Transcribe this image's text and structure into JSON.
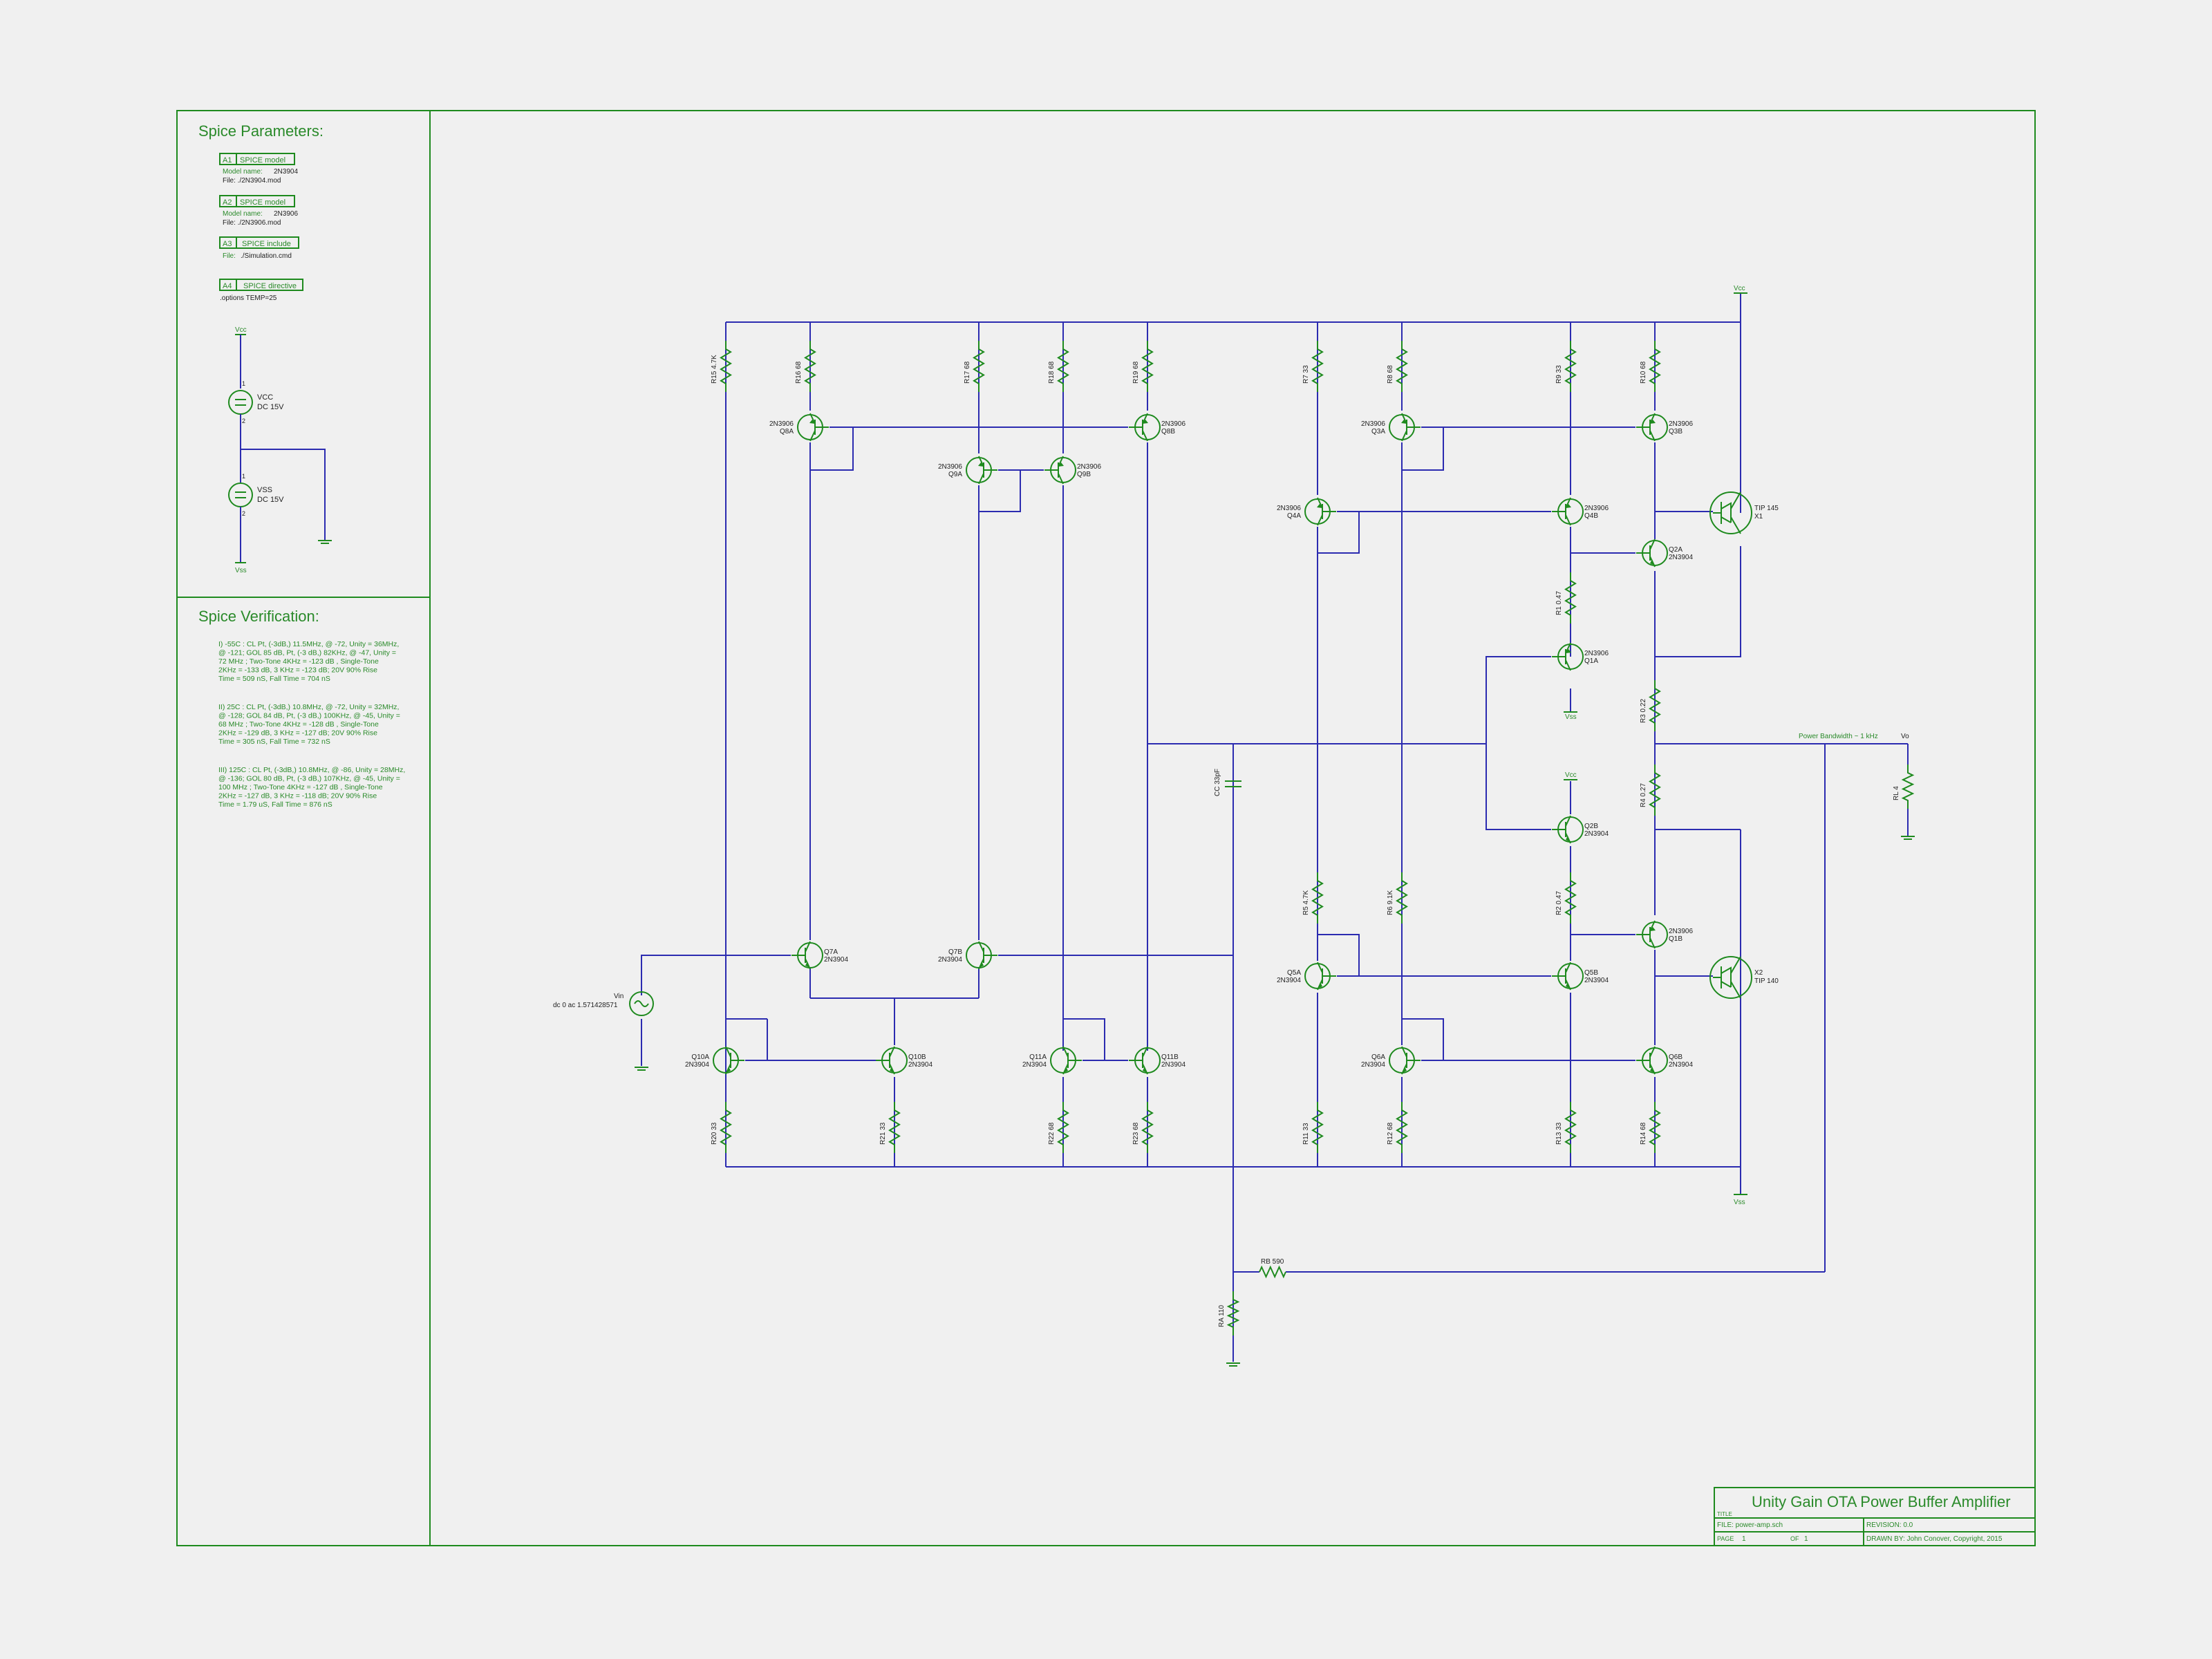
{
  "spice_parameters": {
    "title": "Spice Parameters:",
    "blocks": [
      {
        "tag": "A1",
        "kind": "SPICE model",
        "line1_label": "Model name:",
        "line1_value": "2N3904",
        "line2": "File: ./2N3904.mod"
      },
      {
        "tag": "A2",
        "kind": "SPICE model",
        "line1_label": "Model name:",
        "line1_value": "2N3906",
        "line2": "File: ./2N3906.mod"
      },
      {
        "tag": "A3",
        "kind": "SPICE include",
        "line1_label": "File:",
        "line1_value": "./Simulation.cmd",
        "line2": ""
      },
      {
        "tag": "A4",
        "kind": "SPICE directive",
        "line1_label": ".options TEMP=25",
        "line1_value": "",
        "line2": ""
      }
    ],
    "sources": {
      "vcc_label": "Vcc",
      "vss_label": "Vss",
      "vcc_name": "VCC",
      "vcc_value": "DC 15V",
      "vss_name": "VSS",
      "vss_value": "DC 15V",
      "pin1": "1",
      "pin2": "2"
    }
  },
  "spice_verification": {
    "title": "Spice Verification:",
    "paragraphs": [
      [
        "I) -55C : CL Pt, (-3dB,) 11.5MHz, @ -72, Unity = 36MHz,",
        "@ -121; GOL 85 dB, Pt, (-3 dB,) 82KHz, @ -47, Unity =",
        "72 MHz ; Two-Tone 4KHz = -123 dB , Single-Tone",
        "2KHz = -133 dB, 3 KHz = -123 dB; 20V 90% Rise",
        "Time = 509 nS, Fall Time = 704 nS"
      ],
      [
        "II) 25C : CL Pt, (-3dB,) 10.8MHz, @ -72, Unity = 32MHz,",
        "@ -128; GOL 84 dB, Pt, (-3 dB,) 100KHz, @ -45, Unity =",
        "68 MHz ; Two-Tone 4KHz = -128 dB , Single-Tone",
        "2KHz = -129 dB, 3 KHz = -127 dB; 20V 90% Rise",
        "Time = 305 nS, Fall Time = 732 nS"
      ],
      [
        "III) 125C : CL Pt, (-3dB,) 10.8MHz, @ -86, Unity = 28MHz,",
        "@ -136; GOL 80 dB, Pt, (-3 dB,) 107KHz, @ -45, Unity =",
        "100 MHz ; Two-Tone 4KHz = -127 dB , Single-Tone",
        "2KHz = -127 dB, 3 KHz = -118 dB; 20V 90% Rise",
        "Time = 1.79 uS, Fall Time = 876 nS"
      ]
    ]
  },
  "schematic": {
    "vcc": "Vcc",
    "vss": "Vss",
    "resistor_labels": {
      "r15": "R15  4.7K",
      "r16": "R16  68",
      "r17": "R17  68",
      "r18": "R18  68",
      "r19": "R19  68",
      "r7": "R7  33",
      "r8": "R8  68",
      "r9": "R9  33",
      "r10": "R10  68",
      "r1": "R1  0.47",
      "r3": "R3  0.22",
      "r4": "R4  0.27",
      "r2": "R2  0.47",
      "r5": "R5  4.7K",
      "r6": "R6  9.1K",
      "r20": "R20  33",
      "r21": "R21  33",
      "r22": "R22  68",
      "r23": "R23  68",
      "r11": "R11  33",
      "r12": "R12  68",
      "r13": "R13  33",
      "r14": "R14  68",
      "rl": "RL  4",
      "rb": "RB  590",
      "ra": "RA  110",
      "cc": "CC  33pF"
    },
    "transistors": {
      "q8a": [
        "2N3906",
        "Q8A"
      ],
      "q8b": [
        "2N3906",
        "Q8B"
      ],
      "q9a": [
        "2N3906",
        "Q9A"
      ],
      "q9b": [
        "2N3906",
        "Q9B"
      ],
      "q3a": [
        "2N3906",
        "Q3A"
      ],
      "q3b": [
        "2N3906",
        "Q3B"
      ],
      "q4a": [
        "2N3906",
        "Q4A"
      ],
      "q4b": [
        "2N3906",
        "Q4B"
      ],
      "q2a": [
        "Q2A",
        "2N3904"
      ],
      "q1a": [
        "2N3906",
        "Q1A"
      ],
      "q2b": [
        "Q2B",
        "2N3904"
      ],
      "q1b": [
        "2N3906",
        "Q1B"
      ],
      "q7a": [
        "Q7A",
        "2N3904"
      ],
      "q7b": [
        "Q7B",
        "2N3904"
      ],
      "q5a": [
        "Q5A",
        "2N3904"
      ],
      "q5b": [
        "Q5B",
        "2N3904"
      ],
      "q10a": [
        "Q10A",
        "2N3904"
      ],
      "q10b": [
        "Q10B",
        "2N3904"
      ],
      "q11a": [
        "Q11A",
        "2N3904"
      ],
      "q11b": [
        "Q11B",
        "2N3904"
      ],
      "q6a": [
        "Q6A",
        "2N3904"
      ],
      "q6b": [
        "Q6B",
        "2N3904"
      ],
      "x1": [
        "TIP 145",
        "X1"
      ],
      "x2": [
        "X2",
        "TIP 140"
      ]
    },
    "vin_name": "Vin",
    "vin_value": "dc 0 ac 1.571428571",
    "power_bandwidth": "Power Bandwidth ~ 1 kHz",
    "vo": "Vo"
  },
  "title_block": {
    "title": "Unity Gain OTA Power Buffer Amplifier",
    "title_label": "TITLE",
    "file": "FILE: power-amp.sch",
    "revision": "REVISION: 0.0",
    "page_label": "PAGE",
    "page": "1",
    "of_label": "OF",
    "of": "1",
    "drawn_by": "DRAWN BY: John Conover, Copyright, 2015"
  },
  "colors": {
    "wire": "#2b2bb0",
    "symbol": "#1e8a1e",
    "background": "#f0f0f0"
  }
}
